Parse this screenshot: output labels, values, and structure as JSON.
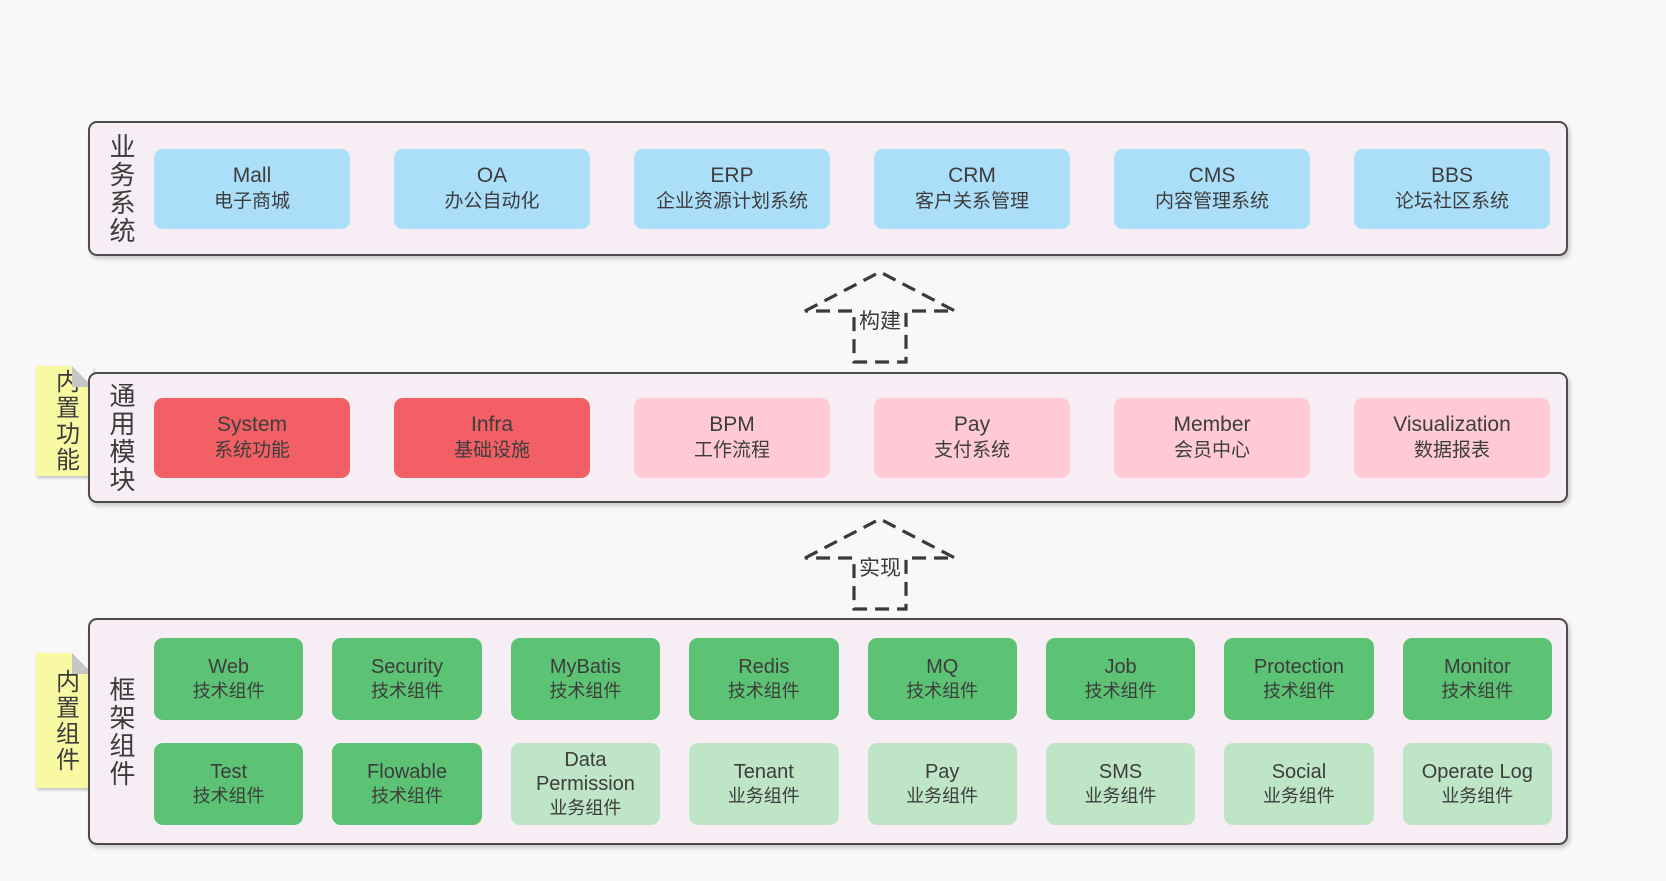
{
  "colors": {
    "page_bg": "#f8f8f8",
    "panel_bg": "#f6edf5",
    "panel_border": "#4b4b4b",
    "blue_box": "#abdef9",
    "red_box": "#f25f65",
    "pink_box": "#ffcad5",
    "green_box": "#5cc274",
    "light_green_box": "#bee5c6",
    "sticky_yellow": "#faf9a3",
    "sticky_fold_gray": "#c6c6c6",
    "text": "#3d3d3d"
  },
  "layers": {
    "business": {
      "side_label": "业务系统",
      "boxes": [
        {
          "title": "Mall",
          "subtitle": "电子商城"
        },
        {
          "title": "OA",
          "subtitle": "办公自动化"
        },
        {
          "title": "ERP",
          "subtitle": "企业资源计划系统"
        },
        {
          "title": "CRM",
          "subtitle": "客户关系管理"
        },
        {
          "title": "CMS",
          "subtitle": "内容管理系统"
        },
        {
          "title": "BBS",
          "subtitle": "论坛社区系统"
        }
      ]
    },
    "modules": {
      "side_label": "通用模块",
      "sticky_tag": "内置功能",
      "boxes": [
        {
          "title": "System",
          "subtitle": "系统功能"
        },
        {
          "title": "Infra",
          "subtitle": "基础设施"
        },
        {
          "title": "BPM",
          "subtitle": "工作流程"
        },
        {
          "title": "Pay",
          "subtitle": "支付系统"
        },
        {
          "title": "Member",
          "subtitle": "会员中心"
        },
        {
          "title": "Visualization",
          "subtitle": "数据报表"
        }
      ]
    },
    "components": {
      "side_label": "框架组件",
      "sticky_tag": "内置组件",
      "row1": [
        {
          "title": "Web",
          "subtitle": "技术组件"
        },
        {
          "title": "Security",
          "subtitle": "技术组件"
        },
        {
          "title": "MyBatis",
          "subtitle": "技术组件"
        },
        {
          "title": "Redis",
          "subtitle": "技术组件"
        },
        {
          "title": "MQ",
          "subtitle": "技术组件"
        },
        {
          "title": "Job",
          "subtitle": "技术组件"
        },
        {
          "title": "Protection",
          "subtitle": "技术组件"
        },
        {
          "title": "Monitor",
          "subtitle": "技术组件"
        }
      ],
      "row2": [
        {
          "title": "Test",
          "subtitle": "技术组件"
        },
        {
          "title": "Flowable",
          "subtitle": "技术组件"
        },
        {
          "title": "Data Permission",
          "subtitle": "业务组件"
        },
        {
          "title": "Tenant",
          "subtitle": "业务组件"
        },
        {
          "title": "Pay",
          "subtitle": "业务组件"
        },
        {
          "title": "SMS",
          "subtitle": "业务组件"
        },
        {
          "title": "Social",
          "subtitle": "业务组件"
        },
        {
          "title": "Operate Log",
          "subtitle": "业务组件"
        }
      ]
    }
  },
  "arrows": [
    {
      "label": "构建"
    },
    {
      "label": "实现"
    }
  ]
}
